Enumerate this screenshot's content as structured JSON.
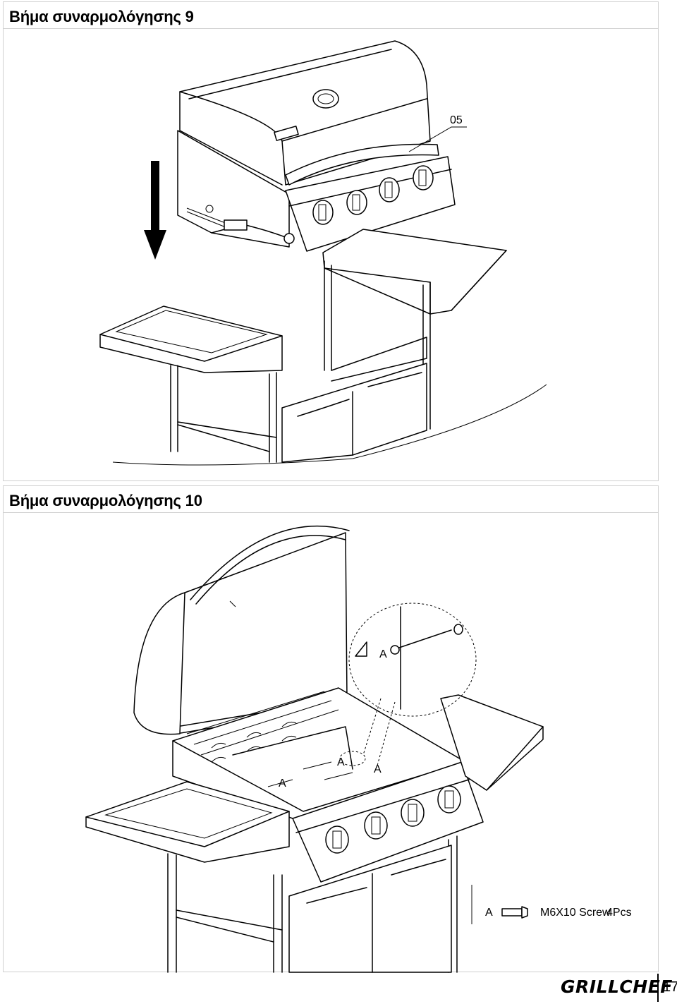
{
  "step9": {
    "title": "Βήμα συναρμολόγησης 9",
    "part_label": "05"
  },
  "step10": {
    "title": "Βήμα συναρμολόγησης 10",
    "callout_label": "A",
    "screw_labels": [
      "A",
      "A",
      "A"
    ],
    "legend": {
      "key": "A",
      "description": "M6X10 Screw",
      "quantity": "4Pcs"
    }
  },
  "footer": {
    "brand": "GRILLCHEF",
    "page_number": "17"
  }
}
